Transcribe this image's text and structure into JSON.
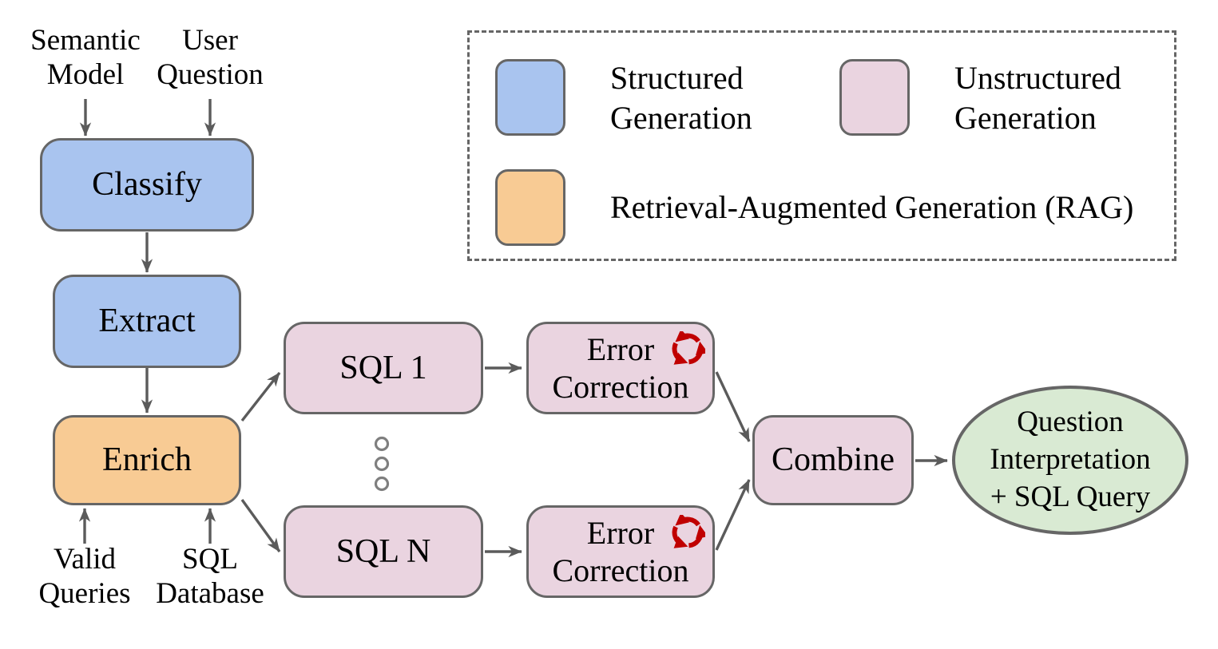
{
  "figure_title": "Text-to-SQL multi-candidate generation pipeline",
  "colors": {
    "structured": "#a9c4ef",
    "unstructured": "#ead4e0",
    "rag": "#f8cb94",
    "output": "#d9ead3",
    "border": "#666666",
    "arrow": "#5b5b5b",
    "dot": "#7f7f7f",
    "error_icon": "#c00000"
  },
  "inputs": {
    "semantic_model": {
      "line1": "Semantic",
      "line2": "Model"
    },
    "user_question": {
      "line1": "User",
      "line2": "Question"
    },
    "valid_queries": {
      "line1": "Valid",
      "line2": "Queries"
    },
    "sql_database": {
      "line1": "SQL",
      "line2": "Database"
    }
  },
  "nodes": {
    "classify": "Classify",
    "extract": "Extract",
    "enrich": "Enrich",
    "sql_1": "SQL 1",
    "sql_n": "SQL N",
    "error_correction": {
      "line1": "Error",
      "line2": "Correction"
    },
    "combine": "Combine",
    "output": {
      "line1": "Question",
      "line2": "Interpretation",
      "line3": "+ SQL Query"
    }
  },
  "icons": {
    "error_loop": "circular-refresh-arrows",
    "ellipsis": "three-vertical-dots"
  },
  "legend": {
    "items": [
      {
        "line1": "Structured",
        "line2": "Generation",
        "color": "#a9c4ef"
      },
      {
        "line1": "Unstructured",
        "line2": "Generation",
        "color": "#ead4e0"
      },
      {
        "label": "Retrieval-Augmented Generation (RAG)",
        "color": "#f8cb94"
      }
    ]
  }
}
